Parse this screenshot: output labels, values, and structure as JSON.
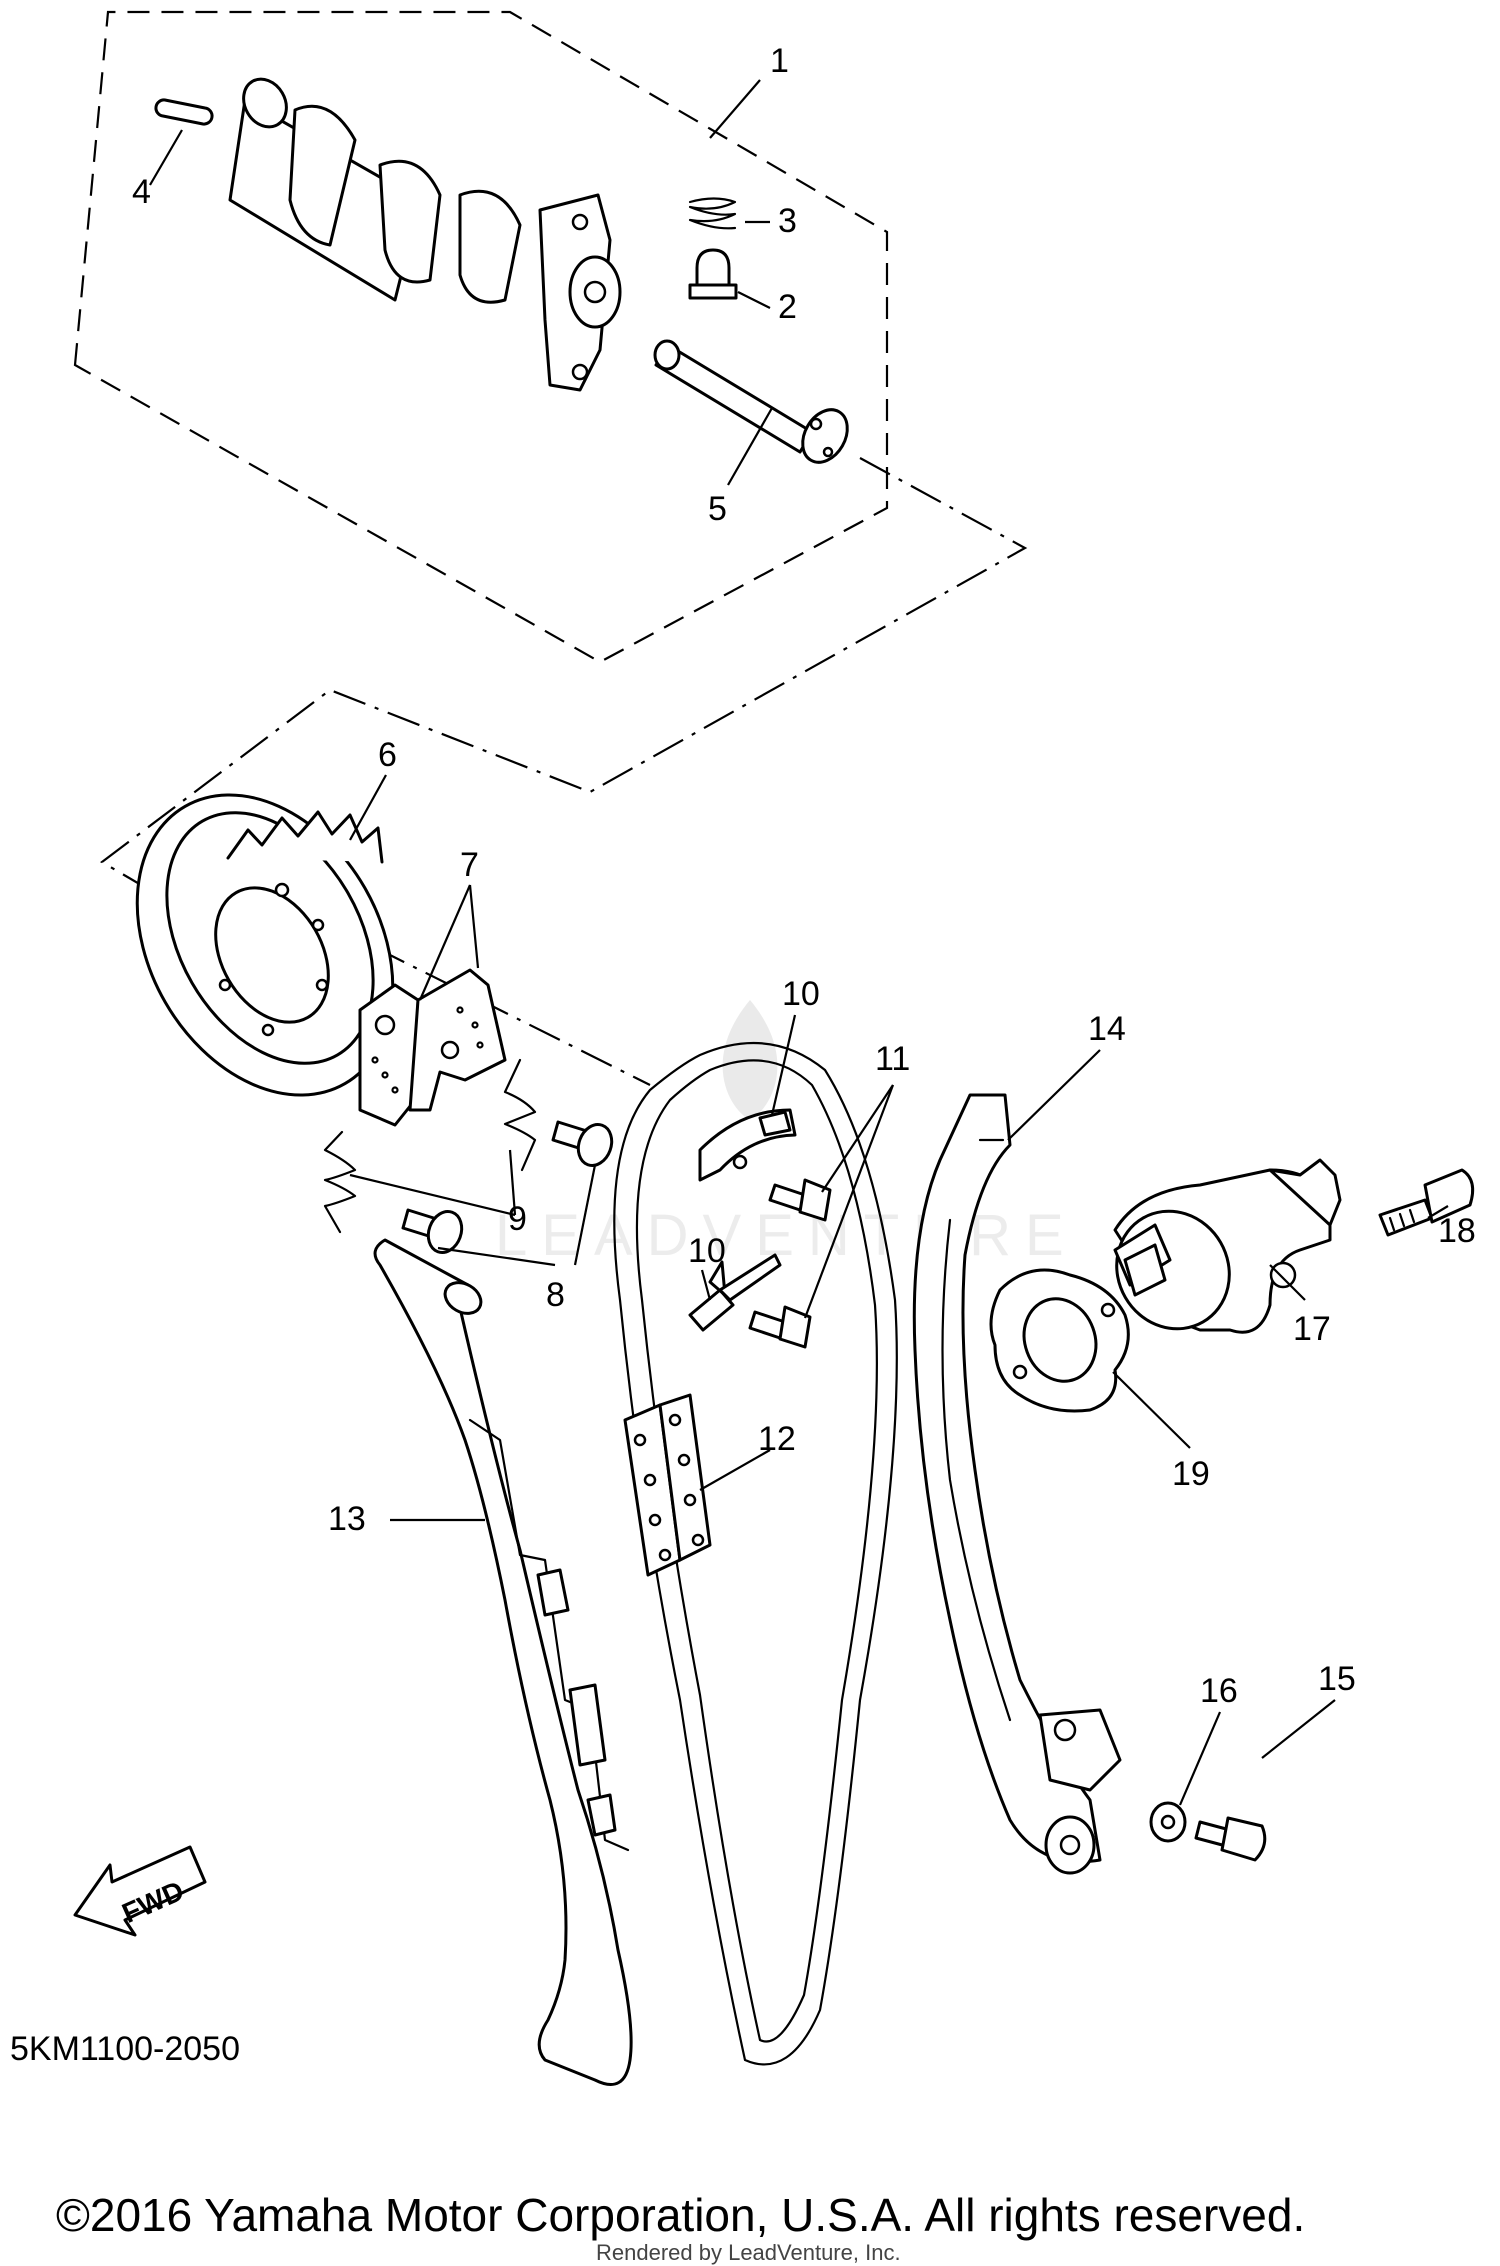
{
  "diagram": {
    "callouts": [
      "1",
      "2",
      "3",
      "4",
      "5",
      "6",
      "7",
      "8",
      "9",
      "10",
      "10",
      "11",
      "12",
      "13",
      "14",
      "15",
      "16",
      "17",
      "18",
      "19"
    ],
    "watermark": "LEADVENTURE",
    "fwd_label": "FWD"
  },
  "footer": {
    "code": "5KM1100-2050",
    "copyright": "©2016 Yamaha Motor Corporation, U.S.A. All rights reserved.",
    "rendered_by": "Rendered by LeadVenture, Inc."
  }
}
